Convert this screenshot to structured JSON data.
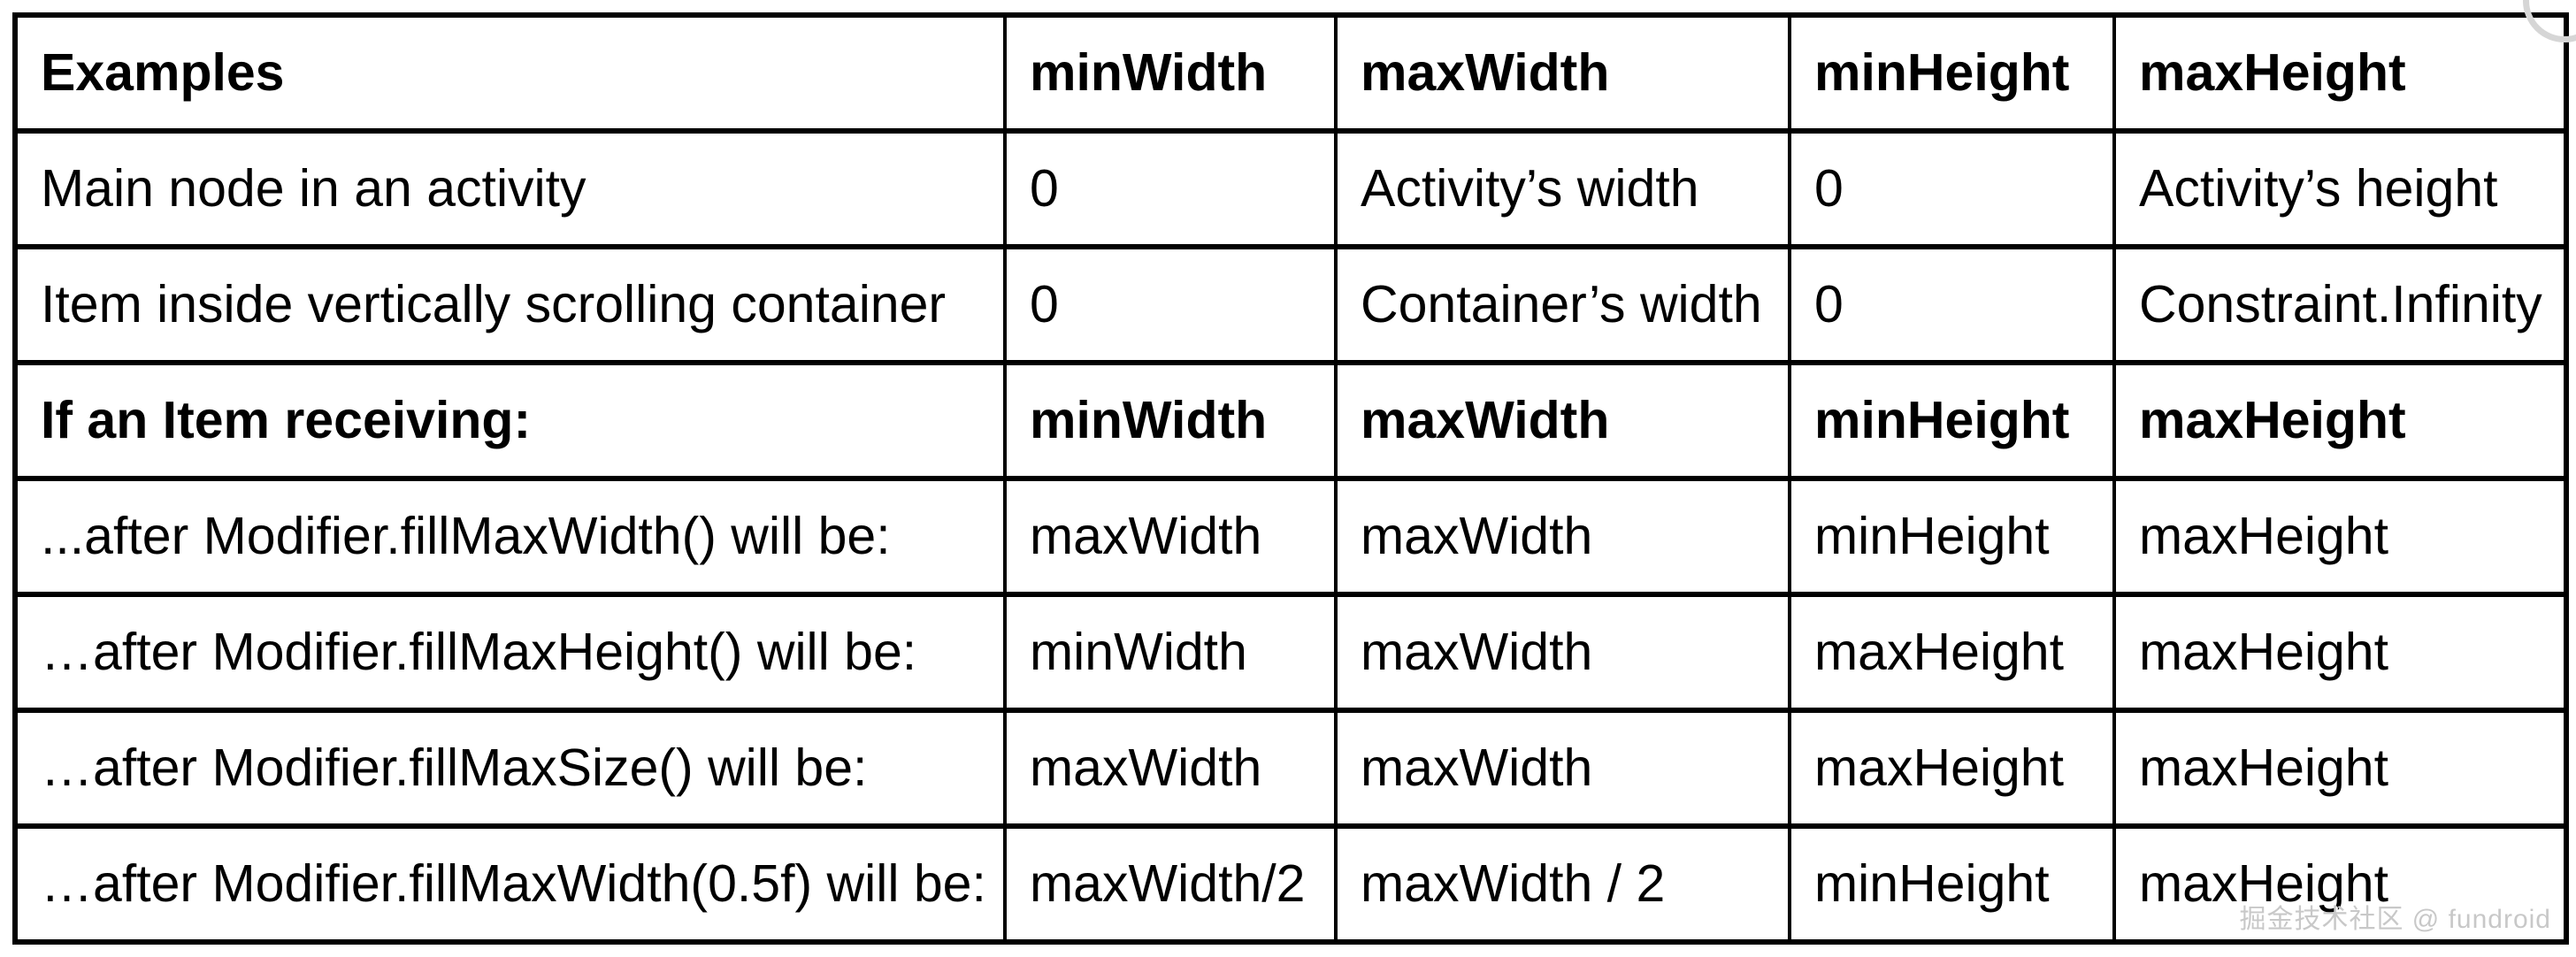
{
  "table": {
    "columns": [
      "Examples",
      "minWidth",
      "maxWidth",
      "minHeight",
      "maxHeight"
    ],
    "rows": [
      {
        "bold": false,
        "cells": [
          "Main node in an activity",
          "0",
          "Activity’s width",
          "0",
          "Activity’s height"
        ]
      },
      {
        "bold": false,
        "cells": [
          "Item inside vertically scrolling container",
          "0",
          "Container’s width",
          "0",
          "Constraint.Infinity"
        ]
      },
      {
        "bold": true,
        "cells": [
          "If an Item receiving:",
          "minWidth",
          "maxWidth",
          "minHeight",
          "maxHeight"
        ]
      },
      {
        "bold": false,
        "cells": [
          "...after Modifier.fillMaxWidth() will be:",
          "maxWidth",
          "maxWidth",
          "minHeight",
          "maxHeight"
        ]
      },
      {
        "bold": false,
        "cells": [
          "…after Modifier.fillMaxHeight() will be:",
          "minWidth",
          "maxWidth",
          "maxHeight",
          "maxHeight"
        ]
      },
      {
        "bold": false,
        "cells": [
          "…after Modifier.fillMaxSize() will be:",
          "maxWidth",
          "maxWidth",
          "maxHeight",
          "maxHeight"
        ]
      },
      {
        "bold": false,
        "cells": [
          "…after Modifier.fillMaxWidth(0.5f) will be:",
          "maxWidth/2",
          "maxWidth / 2",
          "minHeight",
          "maxHeight"
        ]
      }
    ]
  },
  "watermark": {
    "text": "掘金技术社区 @ fundroid",
    "color": "#c8c8c8"
  },
  "colors": {
    "border": "#000000",
    "background": "#ffffff",
    "text": "#000000"
  }
}
